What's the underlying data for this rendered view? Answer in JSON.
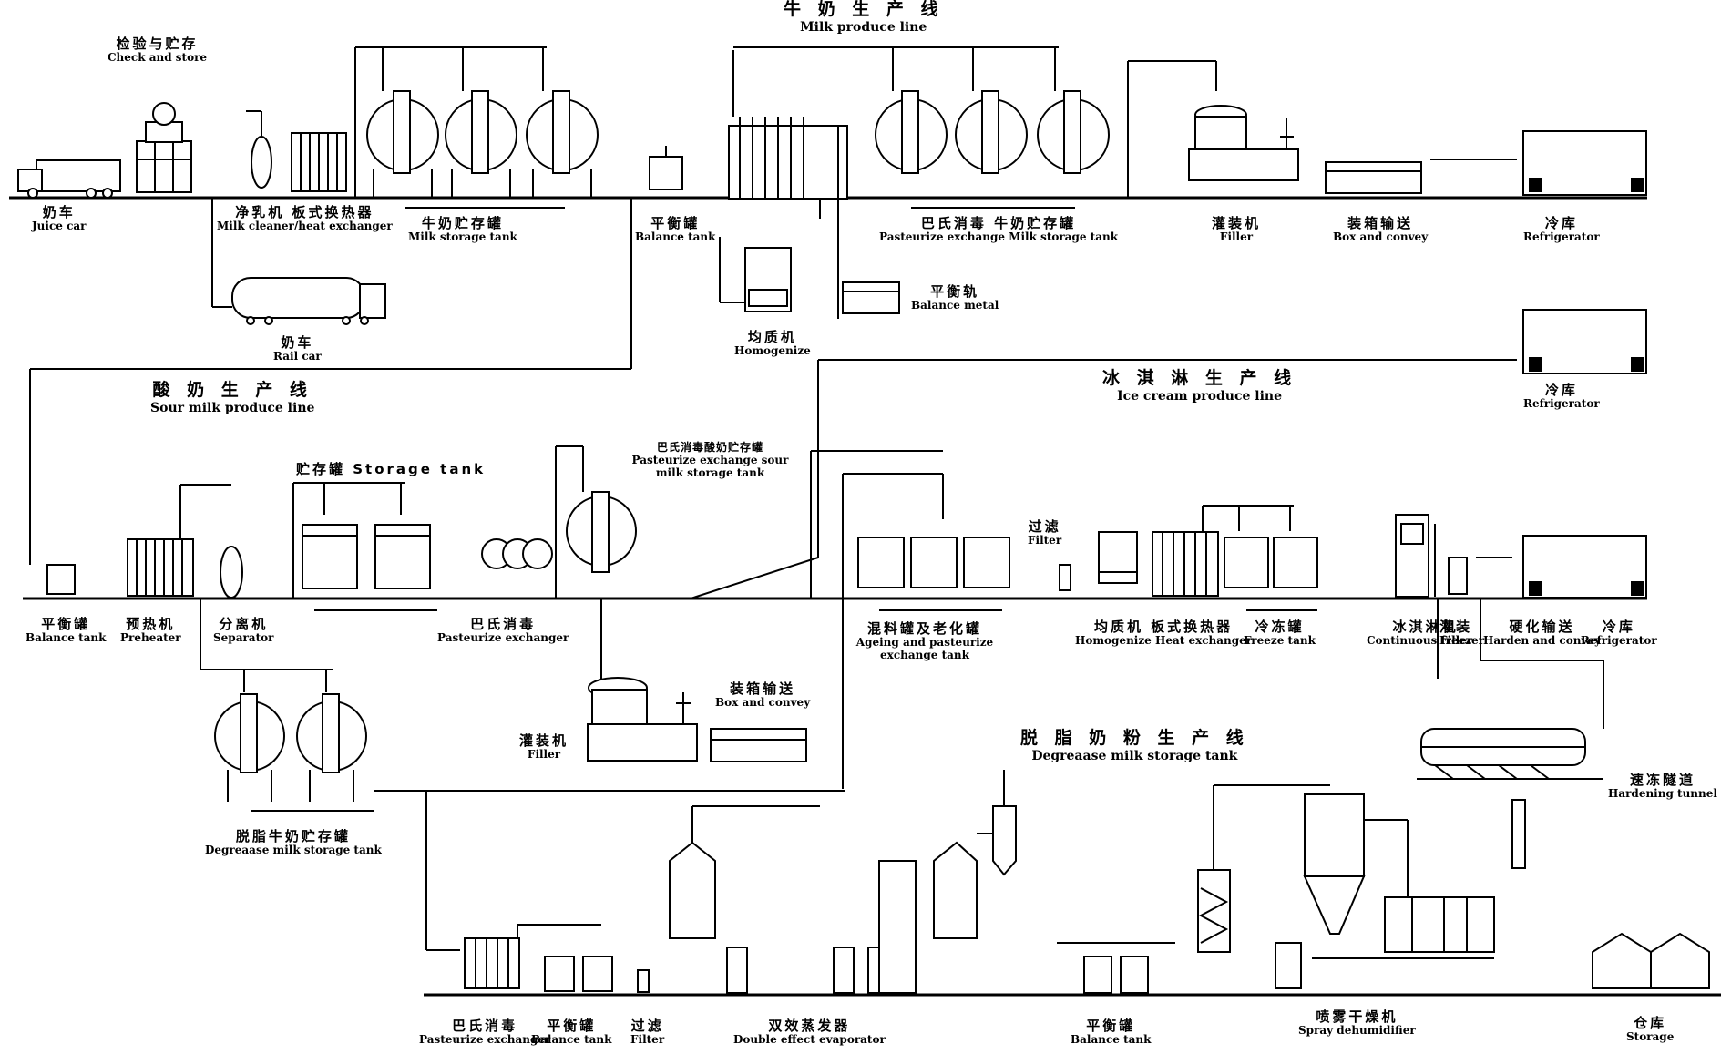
{
  "diagram": {
    "lines": {
      "milk": {
        "zh": "牛 奶 生 产 线",
        "en": "Milk produce line"
      },
      "sour": {
        "zh": "酸 奶 生 产 线",
        "en": "Sour milk produce line"
      },
      "icecream": {
        "zh": "冰 淇 淋 生 产 线",
        "en": "Ice cream produce line"
      },
      "powder": {
        "zh": "脱 脂 奶 粉 生 产 线",
        "en": "Degreaase milk storage tank"
      }
    },
    "labels": {
      "milk_tank_car": {
        "zh": "奶车",
        "en": "Juice car"
      },
      "check_store": {
        "zh": "检验与贮存",
        "en": "Check and store"
      },
      "cleaner_exchanger": {
        "zh": "净乳机 板式换热器",
        "en": "Milk cleaner/heat exchanger"
      },
      "milk_storage_tank": {
        "zh": "牛奶贮存罐",
        "en": "Milk storage tank"
      },
      "rail_car": {
        "zh": "奶车",
        "en": "Rail car"
      },
      "balance_tank_1": {
        "zh": "平衡罐",
        "en": "Balance tank"
      },
      "homogenizer_1": {
        "zh": "均质机",
        "en": "Homogenize"
      },
      "balance_rail": {
        "zh": "平衡轨",
        "en": "Balance metal"
      },
      "pasteurize_tank": {
        "zh": "巴氏消毒 牛奶贮存罐",
        "en": "Pasteurize exchange Milk storage tank"
      },
      "filler_1": {
        "zh": "灌装机",
        "en": "Filler"
      },
      "box_convey": {
        "zh": "装箱输送",
        "en": "Box and convey"
      },
      "refrigerator_1": {
        "zh": "冷库",
        "en": "Refrigerator"
      },
      "refrigerator_2": {
        "zh": "冷库",
        "en": "Refrigerator"
      },
      "balance_tank_2": {
        "zh": "平衡罐",
        "en": "Balance tank"
      },
      "preheater": {
        "zh": "预热机",
        "en": "Preheater"
      },
      "separator": {
        "zh": "分离机",
        "en": "Separator"
      },
      "storage_tank": {
        "zh": "贮存罐 Storage tank",
        "en": ""
      },
      "pasteurize_sour_tank": {
        "zh": "巴氏消毒酸奶贮存罐",
        "en": "Pasteurize exchange sour milk storage tank"
      },
      "plate_exchanger": {
        "zh": "巴氏消毒",
        "en": "Pasteurize exchanger"
      },
      "filler_2": {
        "zh": "灌装机",
        "en": "Filler"
      },
      "box_convey_2": {
        "zh": "装箱输送",
        "en": "Box and convey"
      },
      "degrease_storage": {
        "zh": "脱脂牛奶贮存罐",
        "en": "Degreaase milk storage tank"
      },
      "ageing_tank": {
        "zh": "混料罐及老化罐",
        "en": "Ageing and pasteurize exchange tank"
      },
      "filter_1": {
        "zh": "过滤",
        "en": "Filter"
      },
      "homogenizer_2": {
        "zh": "均质机 板式换热器",
        "en": "Homogenize Heat exchanger"
      },
      "freezer_tank": {
        "zh": "冷冻罐",
        "en": "Freeze tank"
      },
      "continuous_freezer": {
        "zh": "冰淇淋机",
        "en": "Continuous freezer"
      },
      "filler_3": {
        "zh": "灌装",
        "en": "Filler"
      },
      "harden_convey": {
        "zh": "硬化输送",
        "en": "Harden and convey"
      },
      "refrigerator_3": {
        "zh": "冷库",
        "en": "Refrigerator"
      },
      "hardening_tunnel": {
        "zh": "速冻隧道",
        "en": "Hardening tunnel"
      },
      "plate_exchanger_2": {
        "zh": "巴氏消毒",
        "en": "Pasteurize exchanger"
      },
      "balance_tank_3": {
        "zh": "平衡罐",
        "en": "Balance tank"
      },
      "filter_2": {
        "zh": "过滤",
        "en": "Filter"
      },
      "evaporator": {
        "zh": "双效蒸发器",
        "en": "Double effect evaporator"
      },
      "balance_tank_4": {
        "zh": "平衡罐",
        "en": "Balance tank"
      },
      "spray_dryer": {
        "zh": "喷雾干燥机",
        "en": "Spray dehumidifier"
      },
      "storage": {
        "zh": "仓库",
        "en": "Storage"
      }
    }
  }
}
